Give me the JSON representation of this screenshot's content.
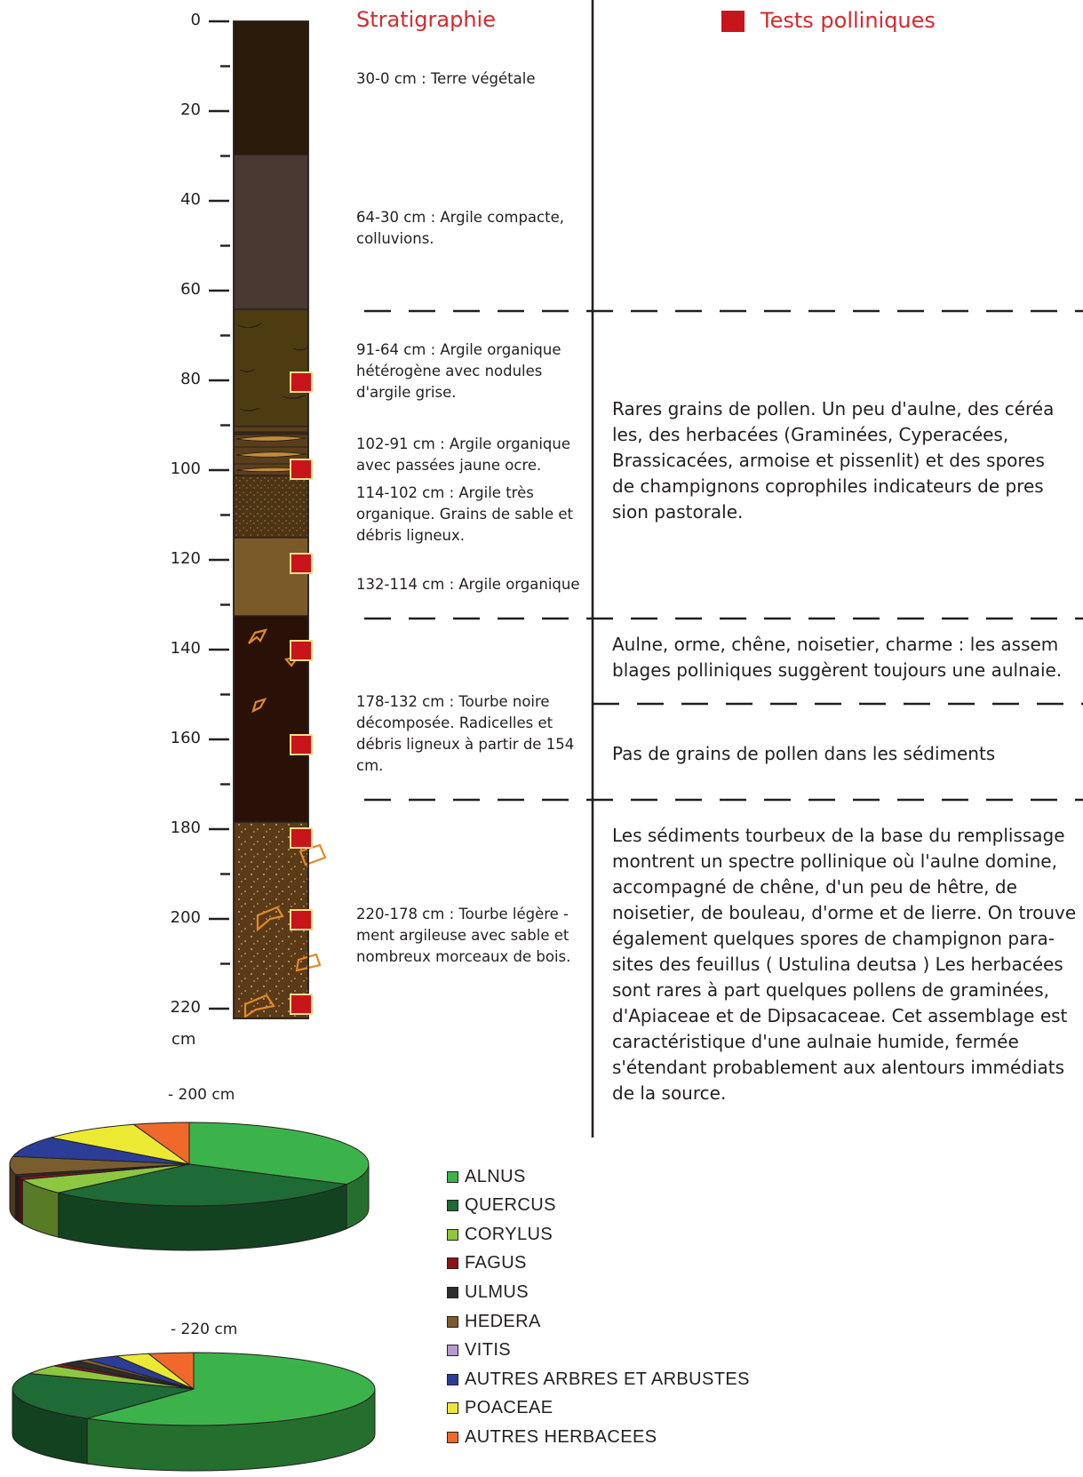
{
  "headers": {
    "stratigraphy": "Stratigraphie",
    "pollen_tests": "Tests polliniques"
  },
  "depth_scale": {
    "labels": [
      "0",
      "20",
      "40",
      "60",
      "80",
      "100",
      "120",
      "140",
      "160",
      "180",
      "200",
      "220"
    ],
    "unit": "cm"
  },
  "layers": [
    {
      "id": "l1",
      "text": "30-0 cm : Terre végétale",
      "color": "#2a1b0a"
    },
    {
      "id": "l2",
      "text": "64-30 cm : Argile compacte,\ncolluvions.",
      "color": "#4a3833"
    },
    {
      "id": "l3",
      "text": "91-64 cm : Argile organique\nhétérogène avec nodules\nd'argile grise.",
      "color": "#4d3b12"
    },
    {
      "id": "l4",
      "text": "102-91 cm : Argile organique\navec passées jaune ocre.",
      "color": "#5a3f1c"
    },
    {
      "id": "l5",
      "text": "114-102 cm : Argile très\norganique. Grains de sable et\ndébris ligneux.",
      "color": "#4d3414"
    },
    {
      "id": "l6",
      "text": "132-114 cm : Argile organique",
      "color": "#7b5a2a"
    },
    {
      "id": "l7",
      "text": "178-132 cm : Tourbe noire\ndécomposée. Radicelles et\ndébris ligneux à partir de 154\ncm.",
      "color": "#2a1108"
    },
    {
      "id": "l8",
      "text": "220-178 cm : Tourbe légère    -\nment argileuse avec sable et\nnombreux morceaux de bois.",
      "color": "#5b3a17"
    }
  ],
  "pollen_zones": [
    {
      "id": "z1",
      "text": "Rares grains de pollen. Un peu d'aulne, des céréa\nles, des herbacées (Graminées, Cyperacées,\nBrassicacées, armoise et pissenlit) et des spores\nde champignons coprophiles indicateurs de pres\nsion pastorale."
    },
    {
      "id": "z2",
      "text": "Aulne, orme, chêne, noisetier, charme : les assem\nblages polliniques suggèrent toujours une aulnaie."
    },
    {
      "id": "z3",
      "text": "Pas de grains de pollen dans les sédiments"
    },
    {
      "id": "z4",
      "text": "Les sédiments tourbeux de la base du remplissage\nmontrent un spectre pollinique où l'aulne domine,\naccompagné de chêne, d'un peu de hêtre, de\nnoisetier, de bouleau, d'orme et de lierre. On trouve\négalement quelques spores de champignon para-\nsites des feuillus (    Ustulina deutsa  ) Les herbacées\nsont rares à part quelques pollens de graminées,\nd'Apiaceae et de Dipsacaceae. Cet assemblage est\ncaractéristique d'une aulnaie humide, fermée\ns'étendant probablement aux alentours immédiats\nde la source."
    }
  ],
  "colors": {
    "sample_marker": "#c8141b",
    "marker_border": "#f3dc8a",
    "title_red": "#d7282f",
    "wood": "#e08a2a"
  },
  "legend": [
    {
      "label": "ALNUS",
      "color": "#3bb34a"
    },
    {
      "label": "QUERCUS",
      "color": "#1e6b35"
    },
    {
      "label": "CORYLUS",
      "color": "#8dc63f"
    },
    {
      "label": "FAGUS",
      "color": "#8b1418"
    },
    {
      "label": "ULMUS",
      "color": "#2d2d2d"
    },
    {
      "label": "HEDERA",
      "color": "#7a5d2f"
    },
    {
      "label": "VITIS",
      "color": "#b59ccc"
    },
    {
      "label": "AUTRES ARBRES ET ARBUSTES",
      "color": "#2b3d97"
    },
    {
      "label": "POACEAE",
      "color": "#ece935"
    },
    {
      "label": "AUTRES HERBACEES",
      "color": "#ef6a2a"
    }
  ],
  "chart_data": [
    {
      "type": "pie",
      "title": "- 200 cm",
      "categories": [
        "ALNUS",
        "QUERCUS",
        "CORYLUS",
        "FAGUS",
        "ULMUS",
        "HEDERA",
        "VITIS",
        "AUTRES ARBRES ET ARBUSTES",
        "POACEAE",
        "AUTRES HERBACEES"
      ],
      "values": [
        33,
        30,
        6,
        1,
        1,
        7,
        0,
        8,
        9,
        5
      ]
    },
    {
      "type": "pie",
      "title": "- 220 cm",
      "categories": [
        "ALNUS",
        "QUERCUS",
        "CORYLUS",
        "FAGUS",
        "ULMUS",
        "HEDERA",
        "VITIS",
        "AUTRES ARBRES ET ARBUSTES",
        "POACEAE",
        "AUTRES HERBACEES"
      ],
      "values": [
        60,
        22,
        4,
        1,
        2,
        1,
        0,
        3,
        3,
        4
      ]
    }
  ]
}
